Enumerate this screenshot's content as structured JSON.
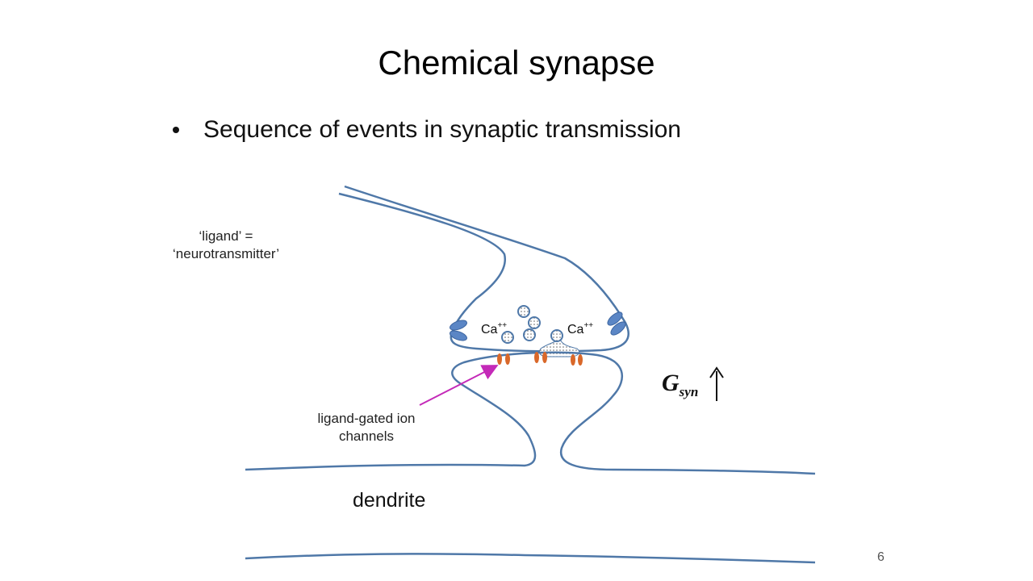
{
  "slide": {
    "title": "Chemical synapse",
    "bullet": "Sequence of events in synaptic transmission",
    "page_number": "6"
  },
  "labels": {
    "ligand_line1": "‘ligand’ =",
    "ligand_line2": "‘neurotransmitter’",
    "ligand_gated_line1": "ligand-gated ion",
    "ligand_gated_line2": "channels",
    "dendrite": "dendrite",
    "ca_base": "Ca",
    "ca_charge": "++",
    "gsyn_main": "G",
    "gsyn_sub": "syn"
  },
  "colors": {
    "membrane": "#4f78a8",
    "receptor": "#5b86c5",
    "ion_channel": "#d9682a",
    "arrow": "#c42ab8"
  },
  "icons": {
    "gsyn_arrow": "up-arrow-icon",
    "vesicle": "vesicle-icon"
  }
}
